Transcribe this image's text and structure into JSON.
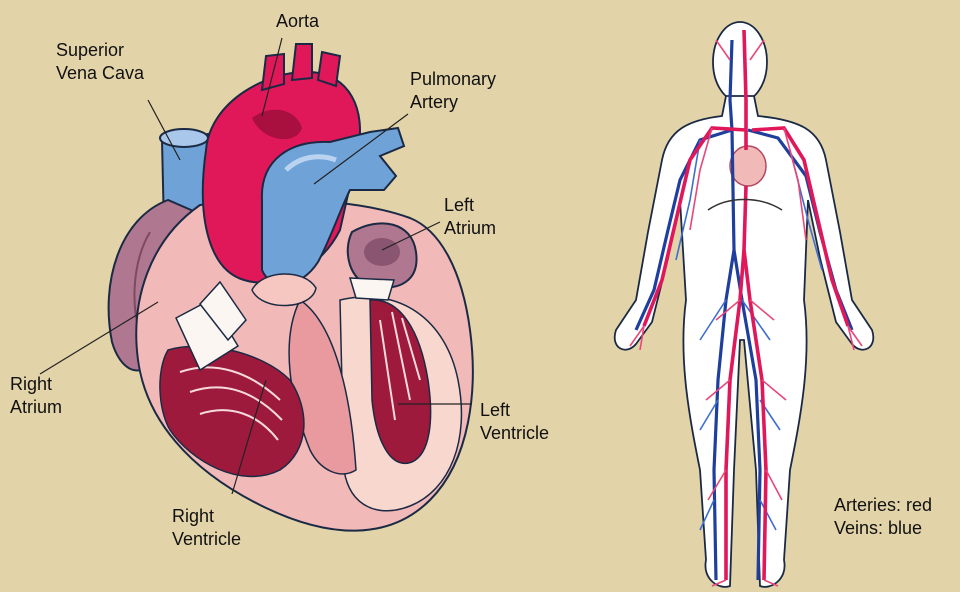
{
  "colors": {
    "background": "#e2d3a9",
    "artery": "#e0185a",
    "vein": "#6fa3d8",
    "muscle": "#f2b9b9",
    "chamber_dark": "#9e1a3c",
    "atrium_purple": "#b07890",
    "label_text": "#111111"
  },
  "heart_labels": {
    "aorta": [
      "Aorta"
    ],
    "superior_vena_cava": [
      "Superior",
      "Vena Cava"
    ],
    "pulmonary_artery": [
      "Pulmonary",
      "Artery"
    ],
    "left_atrium": [
      "Left",
      "Atrium"
    ],
    "right_atrium": [
      "Right",
      "Atrium"
    ],
    "left_ventricle": [
      "Left",
      "Ventricle"
    ],
    "right_ventricle": [
      "Right",
      "Ventricle"
    ]
  },
  "legend": {
    "arteries": "Arteries: red",
    "veins": "Veins: blue"
  }
}
